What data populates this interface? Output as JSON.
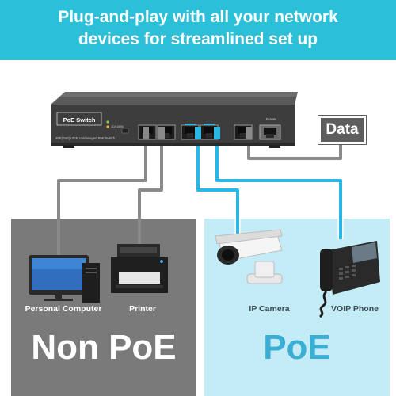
{
  "banner": {
    "line1": "Plug-and-play with all your network",
    "line2": "devices for streamlined set up"
  },
  "switch": {
    "brand": "PoE Switch",
    "model_text": "4FE(PoE)+2FE Unmanaged PoE Switch",
    "led_text": "10/100M",
    "power_text": "Power"
  },
  "data_tag": "Data",
  "non_poe": {
    "title": "Non PoE",
    "devices": [
      "Personal Computer",
      "Printer"
    ]
  },
  "poe": {
    "title": "PoE",
    "devices": [
      "IP Camera",
      "VOIP Phone"
    ]
  },
  "colors": {
    "banner": "#2bbfd8",
    "poe_cable": "#29b8e6",
    "plain_cable": "#8a8a8a",
    "poe_panel": "#c4ecf6",
    "non_poe_panel": "#7a7a7a"
  }
}
